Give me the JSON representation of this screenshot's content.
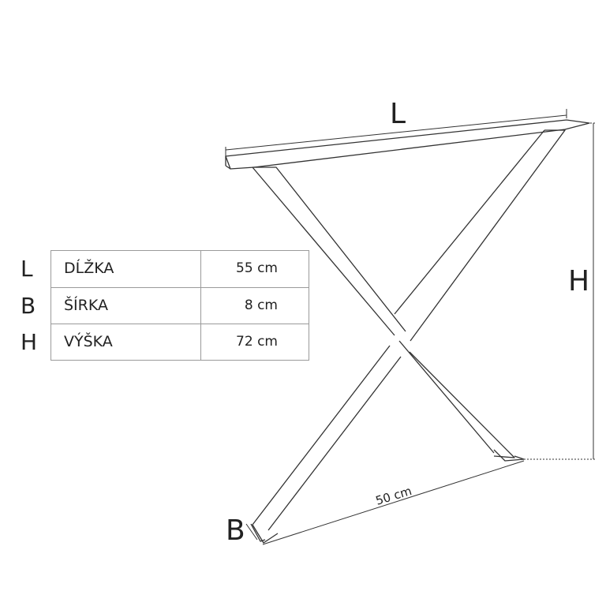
{
  "dimension_labels": {
    "length": "L",
    "height": "H",
    "width": "B",
    "base_span": "50 cm"
  },
  "spec_table": {
    "rows": [
      {
        "letter": "L",
        "name": "DĹŽKA",
        "value": "55 cm"
      },
      {
        "letter": "B",
        "name": "ŠÍRKA",
        "value": "8 cm"
      },
      {
        "letter": "H",
        "name": "VÝŠKA",
        "value": "72 cm"
      }
    ]
  },
  "colors": {
    "line": "#333333",
    "table_border": "#9a9a9a",
    "background": "#ffffff"
  }
}
